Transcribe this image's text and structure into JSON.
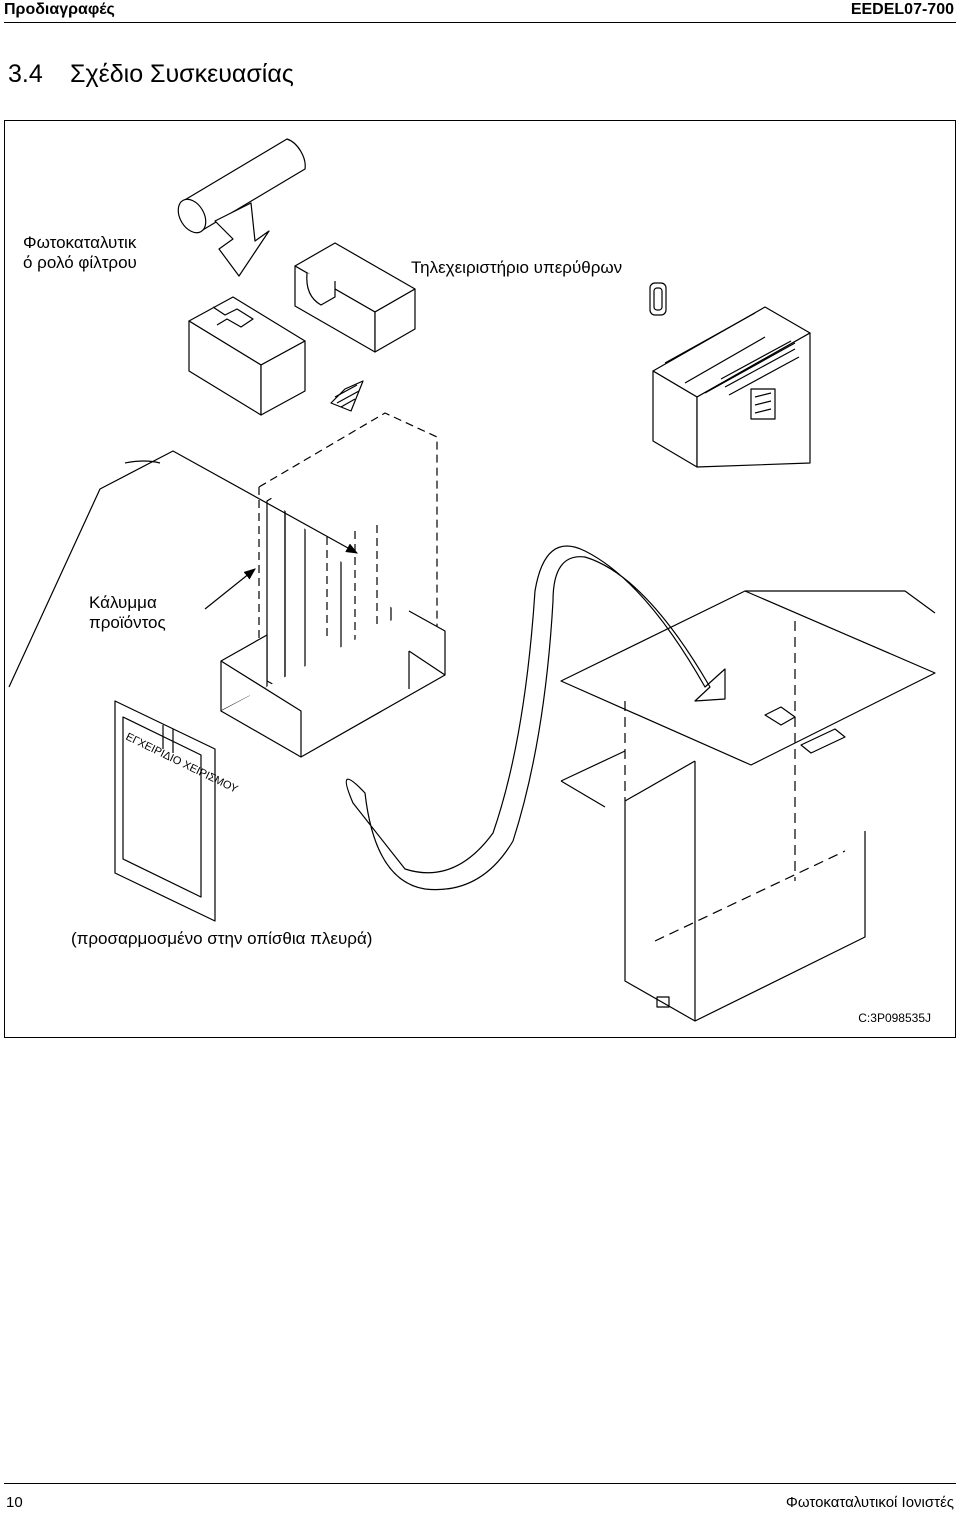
{
  "header": {
    "section": "Προδιαγραφές",
    "doc_code": "EEDEL07-700"
  },
  "title": {
    "number": "3.4",
    "text": "Σχέδιο Συσκευασίας"
  },
  "diagram": {
    "labels": {
      "filter_roll_line1": "Φωτοκαταλυτικ",
      "filter_roll_line2": "ό ρολό φίλτρου",
      "remote": "Τηλεχειριστήριο υπερύθρων",
      "cover_line1": "Κάλυμμα",
      "cover_line2": "προϊόντος",
      "manual": "ΕΓΧΕΙΡΙΔΙΟ ΧΕΙΡΙΣΜΟΥ",
      "attached": "(προσαρμοσμένο στην οπίσθια πλευρά)",
      "drawing_code": "C:3P098535J"
    }
  },
  "footer": {
    "page": "10",
    "product": "Φωτοκαταλυτικοί Ιονιστές"
  }
}
